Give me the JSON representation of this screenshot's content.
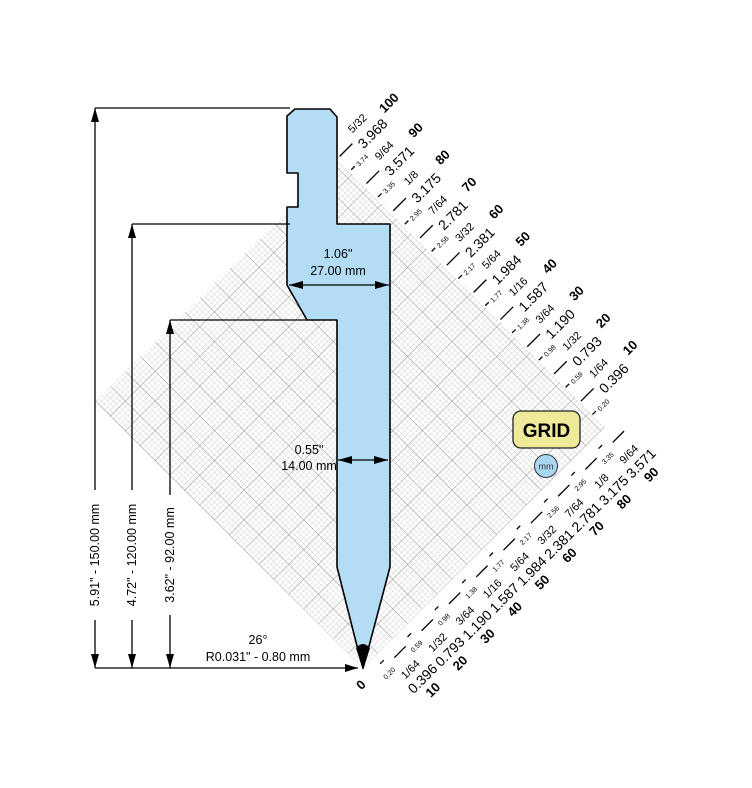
{
  "dimensions": {
    "height_150": "5.91\" - 150.00 mm",
    "height_120": "4.72\" - 120.00 mm",
    "height_92": "3.62\" - 92.00 mm",
    "width_27_in": "1.06\"",
    "width_27_mm": "27.00 mm",
    "width_14_in": "0.55\"",
    "width_14_mm": "14.00 mm",
    "angle": "26°",
    "radius": "R0.031\" - 0.80 mm"
  },
  "grid_button": {
    "label": "GRID"
  },
  "unit_toggle": {
    "label": "mm"
  },
  "upper_scale": {
    "bold": [
      "100",
      "90",
      "80",
      "70",
      "60",
      "50",
      "40",
      "30",
      "20",
      "10"
    ],
    "fractions": [
      "5/32",
      "9/64",
      "1/8",
      "7/64",
      "3/32",
      "5/64",
      "1/16",
      "3/64",
      "1/32",
      "1/64"
    ],
    "decimals": [
      "3.968",
      "3.571",
      "3.175",
      "2.781",
      "2.381",
      "1.984",
      "1.587",
      "1.190",
      "0.793",
      "0.396"
    ],
    "small": [
      "3.74",
      "3.35",
      "2.95",
      "2.56",
      "2.17",
      "1.77",
      "1.38",
      "0.98",
      "0.59",
      "0.20"
    ]
  },
  "lower_scale": {
    "zero": "0",
    "bold": [
      "10",
      "20",
      "30",
      "40",
      "50",
      "60",
      "70",
      "80",
      "90"
    ],
    "fractions": [
      "1/64",
      "1/32",
      "3/64",
      "1/16",
      "5/64",
      "3/32",
      "7/64",
      "1/8",
      "9/64"
    ],
    "decimals": [
      "0.396",
      "0.793",
      "1.190",
      "1.587",
      "1.984",
      "2.381",
      "2.781",
      "3.175",
      "3.571"
    ],
    "small": [
      "0.20",
      "0.59",
      "0.98",
      "1.38",
      "1.77",
      "2.17",
      "2.56",
      "2.95",
      "3.35"
    ]
  },
  "colors": {
    "punch": "#b3dcf5",
    "grid_button": "#eeea9a",
    "grid_line": "#9a9a9a"
  }
}
